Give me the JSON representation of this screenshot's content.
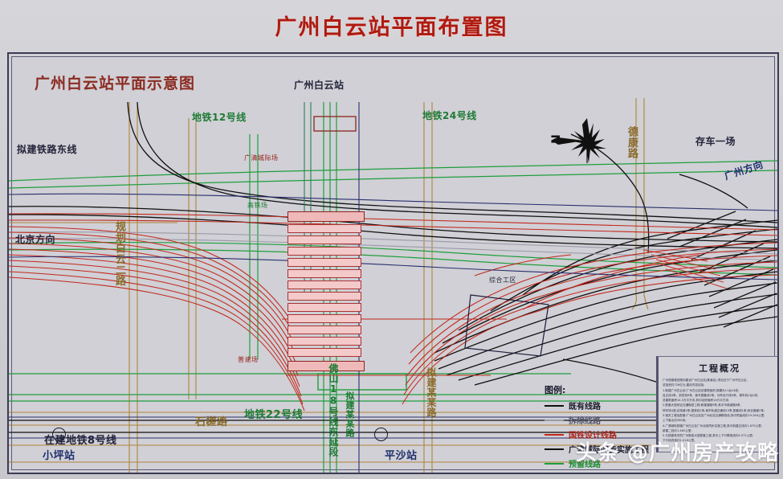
{
  "document": {
    "title": "广州白云站平面布置图",
    "inner_title": "广州白云站平面示意图",
    "watermark": "头条 @广州房产攻略",
    "watermark_at": "@"
  },
  "map_labels": {
    "station_top": "广州白云站",
    "metro_12": "地铁12号线",
    "metro_24": "地铁24号线",
    "proposed_east_rail": "拟建铁路东线",
    "beijing_direction": "北京方向",
    "guangzhou_direction": "广州方向",
    "depot_yard": "存车一场",
    "dekang_road": "德康路",
    "planned_baiyun_2nd_road": "规划白云二路",
    "shicha_road": "石槎路",
    "metro_22": "地铁22号线",
    "metro_8_under_construction": "在建地铁8号线",
    "foshan_18_east_ext": "佛山18号线东延段",
    "planned_road": "拟建某某路",
    "planned_road_2": "拟建某某路",
    "xiaoping_station": "小坪站",
    "pingsha_station": "平沙站",
    "guangqing_yard": "广清城际场",
    "highspeed_yard": "高铁场",
    "normal_speed_yard": "普速场",
    "comprehensive_work_area": "综合工区",
    "compass_n": "N"
  },
  "legend": {
    "title": "图例:",
    "items": [
      {
        "label": "既有线路",
        "color": "#111111"
      },
      {
        "label": "拆除线路",
        "color": "#9a9aa8"
      },
      {
        "label": "国铁设计线路",
        "color": "#c4271c"
      },
      {
        "label": "广清城际同步实施工程",
        "color": "#111111"
      },
      {
        "label": "预留线路",
        "color": "#1f9e3c"
      }
    ]
  },
  "info_box": {
    "title": "工程概况",
    "lines": [
      "广州铁路枢纽规划建设广州白云站(棠溪站),项目位于广州市白云区,",
      "总投资约728亿元,建设内容包括:",
      "1.新建广州白云站:广州白云站总建筑面积,规模为11台24线;",
      "含正线4条、到发线9条、客车整备线2条、动车走行线4条、调车线1台2线;",
      "总建筑面积14.3万平方米,其中站房面积14万平方米;",
      "2.配套大型综合交通枢纽工程:新建道路9条,其中市政道路6条,",
      "停车场4座,站场道2条,国铁线1条,城市轨道交通线10条,配套线1条,综合管廊2条;",
      "3.相关工程及配套:广州白云站至广州北站交通联络线,其中预留线约19.284公里;",
      "上下客点约280米;",
      "4.广清城际铁路广州白云至广州北段同步实施工程,其中新建正线约1.875公里;",
      "新建二线约1.462公里;",
      "5.与铁路有关的广州枢纽大型配套工程,其中上下行联络线约4.571公里;",
      "下行线改造约1.016公里。"
    ]
  },
  "colors": {
    "title_red": "#b01a10",
    "existing_line": "#111111",
    "removed_line": "#9a9aa8",
    "national_rail_design": "#c4271c",
    "guangqing_sync": "#111111",
    "reserved_line": "#1f9e3c",
    "road_brown": "#b08030",
    "metro_blue": "#2a2f6e",
    "frame": "#3b3b55",
    "background": "#d0d0d6"
  }
}
